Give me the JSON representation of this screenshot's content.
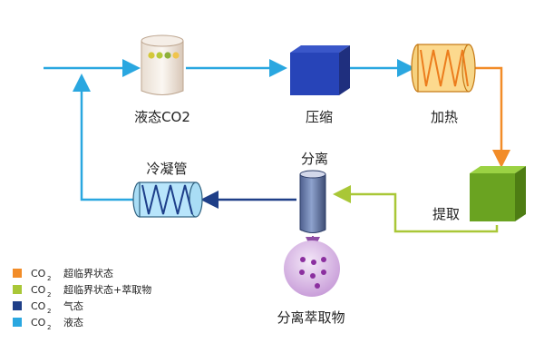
{
  "colors": {
    "liquid": "#2aa7e0",
    "gas": "#1f3f88",
    "supercritical": "#f28c28",
    "supercritical_extract": "#a9c737"
  },
  "nodes": {
    "liquid_co2": "液态CO2",
    "compress": "压缩",
    "heat": "加热",
    "extract": "提取",
    "separate": "分离",
    "condenser": "冷凝管",
    "product": "分离萃取物"
  },
  "legend": [
    {
      "prefix": "CO",
      "sub": "2",
      "label": "超临界状态",
      "color_key": "supercritical"
    },
    {
      "prefix": "CO",
      "sub": "2",
      "label": "超临界状态+萃取物",
      "color_key": "supercritical_extract"
    },
    {
      "prefix": "CO",
      "sub": "2",
      "label": "气态",
      "color_key": "gas"
    },
    {
      "prefix": "CO",
      "sub": "2",
      "label": "液态",
      "color_key": "liquid"
    }
  ]
}
